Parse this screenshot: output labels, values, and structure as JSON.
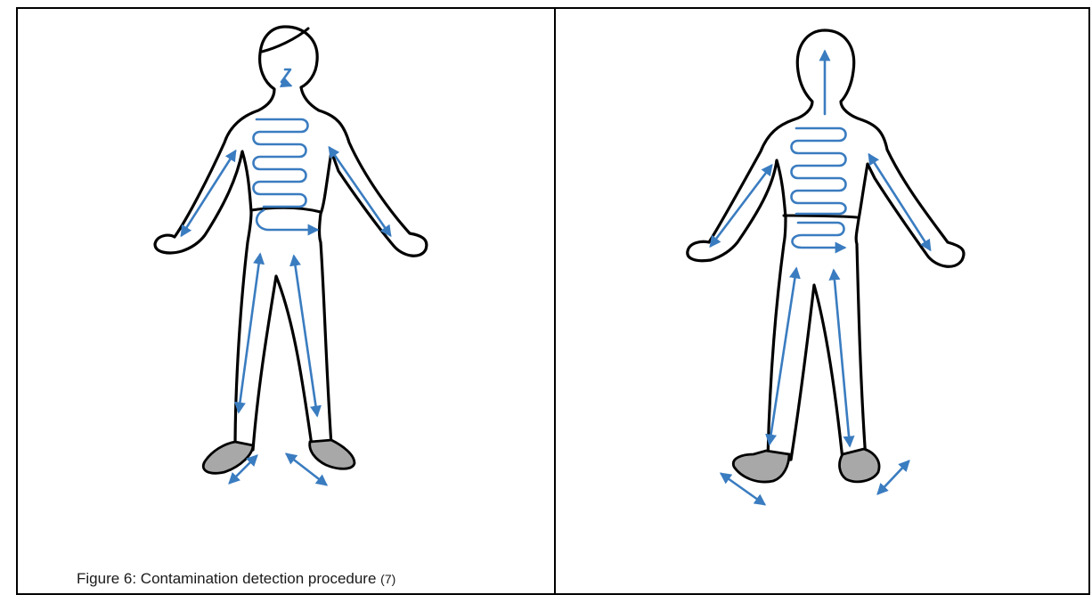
{
  "figure": {
    "caption_text": "Figure 6: Contamination detection procedure",
    "caption_ref": "(7)",
    "path_color": "#3a7cc0",
    "shoe_color": "#a8a8a8",
    "outline_color": "#000000"
  },
  "panels": [
    {
      "view": "front",
      "icon": "person-front-icon"
    },
    {
      "view": "back",
      "icon": "person-back-icon"
    }
  ]
}
